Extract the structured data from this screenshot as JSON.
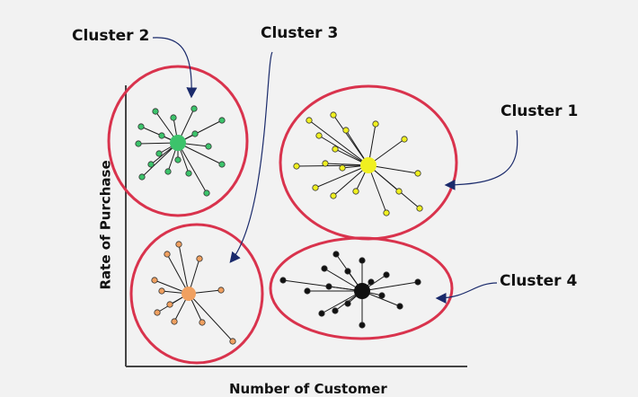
{
  "diagram": {
    "x_axis_label": "Number of Customer",
    "y_axis_label": "Rate of Purchase",
    "colors": {
      "background": "#f2f2f2",
      "ellipse": "#d9334d",
      "axis": "#444444",
      "arrow": "#1a2a6b"
    },
    "clusters": [
      {
        "label": "Cluster 1",
        "color": "#f0f020"
      },
      {
        "label": "Cluster 2",
        "color": "#3cc36b"
      },
      {
        "label": "Cluster 3",
        "color": "#f0a060"
      },
      {
        "label": "Cluster 4",
        "color": "#111111"
      }
    ]
  }
}
